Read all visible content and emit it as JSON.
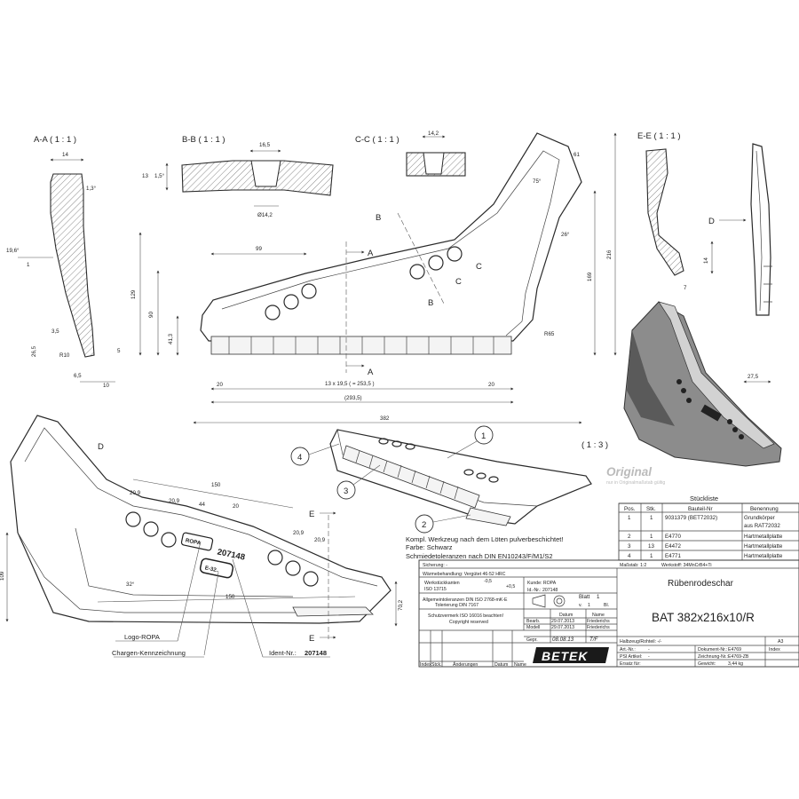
{
  "sections": {
    "aa": "A-A ( 1 : 1 )",
    "bb": "B-B ( 1 : 1 )",
    "cc": "C-C ( 1 : 1 )",
    "ee": "E-E ( 1 : 1 )",
    "d_view": "D",
    "iso_scale": "( 1 : 3 )"
  },
  "cut_markers": {
    "a": "A",
    "b": "B",
    "c": "C",
    "d": "D",
    "e": "E"
  },
  "dims": {
    "aa": {
      "d14": "14",
      "d1_3": "1,3°",
      "d19_6": "19,6°",
      "d1": "1",
      "d3_5": "3,5",
      "d26_5": "26,5",
      "d5": "5",
      "dR10": "R10",
      "d6_5": "6,5",
      "d10": "10"
    },
    "bb": {
      "d16_5": "16,5",
      "d1_5": "1,5°",
      "d13": "13",
      "dphi": "Ø14,2"
    },
    "cc": {
      "d14_2": "14,2"
    },
    "main": {
      "d99": "99",
      "d129": "129",
      "d90": "90",
      "d41_3": "41,3",
      "d20a": "20",
      "d20b": "20",
      "dseg": "13 x 19,5 ( = 253,5 )",
      "d293": "(293,5)",
      "d382": "382",
      "d216": "216",
      "d169": "169",
      "d61": "61",
      "d75": "75°",
      "d26": "26°",
      "dR65": "R65"
    },
    "ee": {
      "d14": "14",
      "d7": "7",
      "d27_5": "27,5"
    },
    "dv": {
      "d150a": "150",
      "d20_9a": "20,9",
      "d20_9b": "20,9",
      "d44": "44",
      "d20": "20",
      "d20_9c": "20,9",
      "d20_9d": "20,9",
      "d109": "109",
      "d32": "32°",
      "d150b": "150",
      "d70_2": "70,2"
    }
  },
  "part_balloons": [
    "1",
    "2",
    "3",
    "4"
  ],
  "callouts": {
    "logo": "Logo-ROPA",
    "charge": "Chargen-Kennzeichnung",
    "ident_label": "Ident-Nr.:",
    "ident_value": "207148",
    "stamp_a": "ROPA",
    "stamp_b": "207148",
    "stamp_c": "E-32.."
  },
  "watermark": {
    "main": "Original",
    "sub": "nur in Originalmaßstab gültig"
  },
  "notes": [
    "Kompl. Werkzeug nach dem Löten pulverbeschichtet!",
    "Farbe: Schwarz",
    "Schmiedetoleranzen nach DIN EN10243/F/M1/S2"
  ],
  "parts_list": {
    "title": "Stückliste",
    "headers": [
      "Pos.",
      "Stk.",
      "Bauteil-Nr",
      "Benennung"
    ],
    "rows": [
      [
        "1",
        "1",
        "9031379  (BET72032)",
        "Grundkörper",
        "aus RAT72032"
      ],
      [
        "2",
        "1",
        "E4770",
        "Hartmetallplatte",
        ""
      ],
      [
        "3",
        "13",
        "E4472",
        "Hartmetallplatte",
        ""
      ],
      [
        "4",
        "1",
        "E4771",
        "Hartmetallplatte",
        ""
      ]
    ]
  },
  "title_block": {
    "sicherung": "Sicherung:  -",
    "massstab": "Maßstab: 1:2",
    "werkstoff": "Werkstoff:  34MnCrB4+Ti",
    "waerme": "Wärmebehandlung:  Vergütet 46-52 HRC",
    "werkstueck": "Werkstückkanten",
    "iso13715": "ISO 13715",
    "tol1": "-0,5",
    "tol2": "+0,5",
    "kunde": "Kunde: ROPA",
    "ident": "Id.-Nr.: 207148",
    "allg1": "Allgemeintoleranzen DIN ISO 2768-mK-E",
    "allg2": "Tolerierung DIN 7167",
    "blatt": "Blatt",
    "blatt_n": "1",
    "von": "v.",
    "von_n": "1",
    "bl": "Bl.",
    "schutz1": "Schutzvermerk ISO 16016 beachten!",
    "schutz2": "Copyright reserved",
    "datum": "Datum",
    "name": "Name",
    "bearb": "Bearb.",
    "bearb_d": "29.07.2013",
    "bearb_n": "Friederichs",
    "modell": "Modell",
    "modell_d": "29.07.2013",
    "modell_n": "Friederichs",
    "gepr": "Gepr.",
    "gepr_d": "08.08.13",
    "gepr_n": "T/F",
    "name_main": "Rübenrodeschar",
    "code_main": "BAT 382x216x10/R",
    "halbzeug": "Halbzeug/Rohteil:  -/-",
    "format": "A3",
    "art": "Art.-Nr.:",
    "art_v": "-",
    "dok": "Dokument-Nr.:",
    "dok_v": "E4769",
    "psi": "PSI Artikel:",
    "psi_v": "-",
    "zeich": "Zeichnung-Nr.:",
    "zeich_v": "E4769-ZB",
    "ersatz": "Ersatz für:",
    "gewicht": "Gewicht:",
    "gewicht_v": "3,44 kg",
    "index": "Index",
    "rev_hdr": [
      "Index",
      "Stck.",
      "Änderungen",
      "Datum",
      "Name"
    ],
    "logo": "BETEK"
  }
}
